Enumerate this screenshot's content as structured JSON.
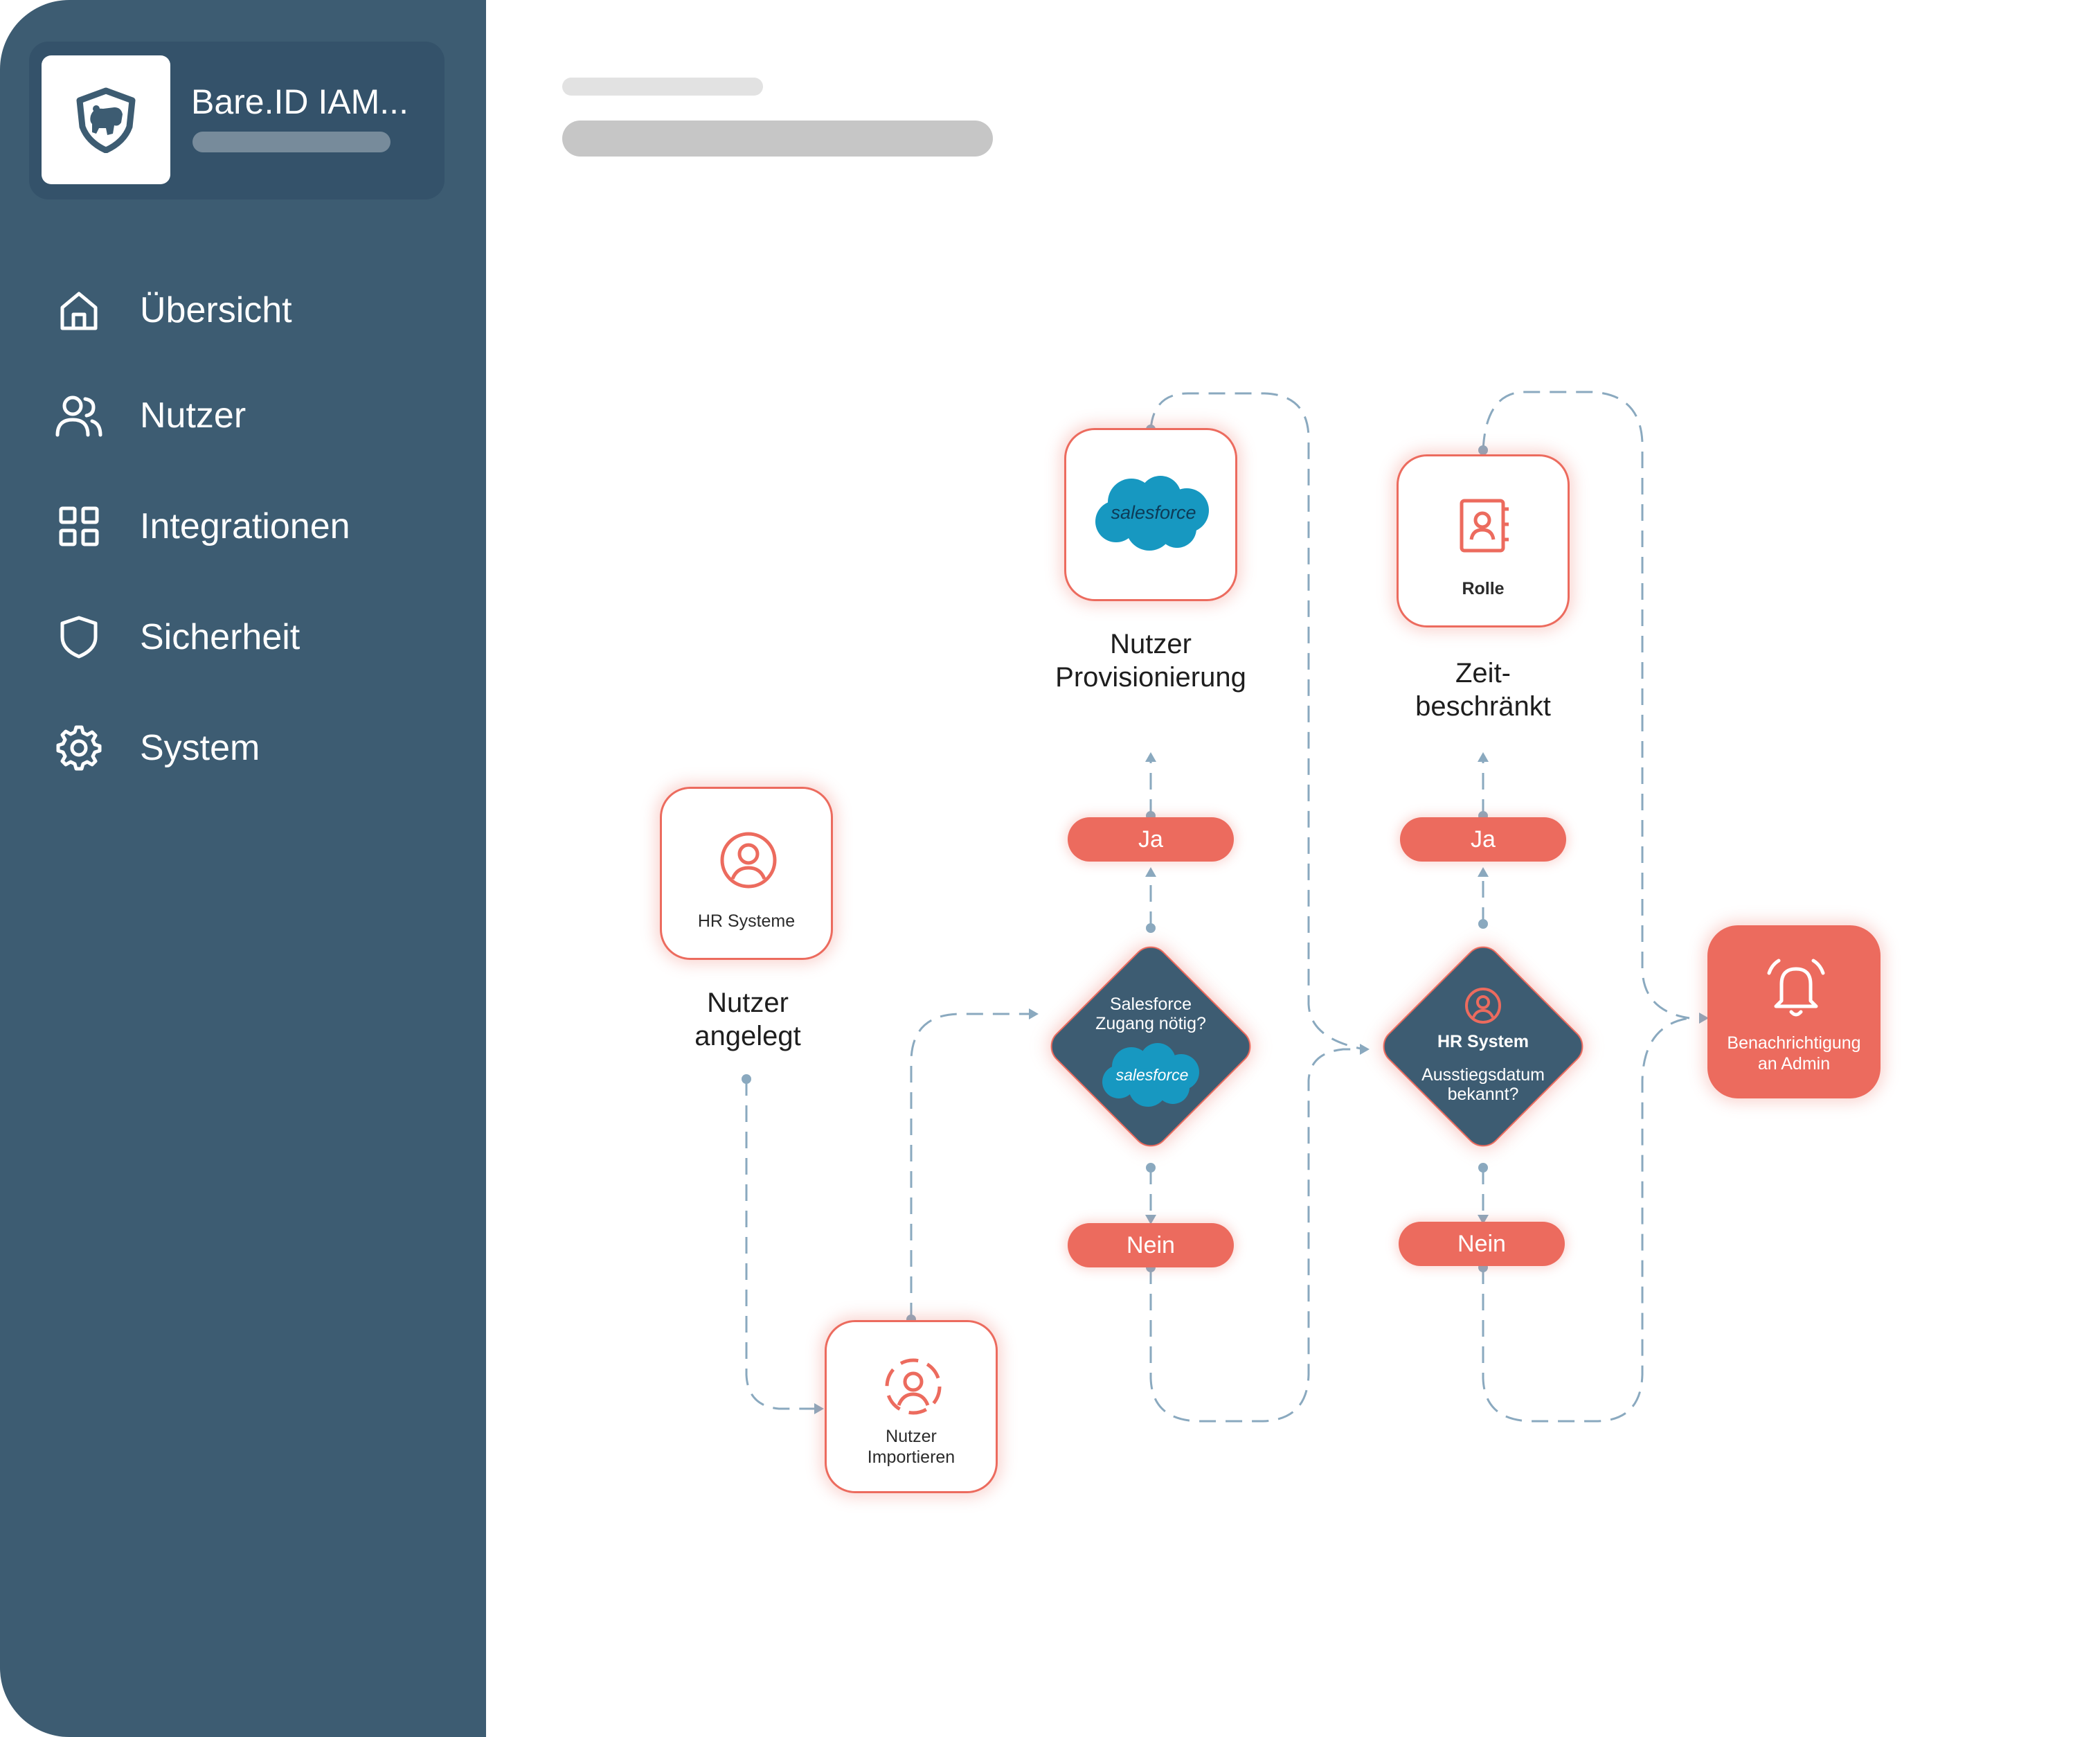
{
  "app": {
    "name": "Bare.ID IAM..."
  },
  "sidebar": {
    "items": [
      {
        "label": "Übersicht",
        "icon": "home-icon"
      },
      {
        "label": "Nutzer",
        "icon": "users-icon"
      },
      {
        "label": "Integrationen",
        "icon": "grid-icon"
      },
      {
        "label": "Sicherheit",
        "icon": "shield-icon"
      },
      {
        "label": "System",
        "icon": "gear-icon"
      }
    ]
  },
  "flow": {
    "hr_systems": {
      "label": "HR Systeme",
      "caption_1": "Nutzer",
      "caption_2": "angelegt"
    },
    "import_users": {
      "label_1": "Nutzer",
      "label_2": "Importieren"
    },
    "salesforce_question": {
      "line_1": "Salesforce",
      "line_2": "Zugang nötig?",
      "logo": "salesforce"
    },
    "salesforce_provisioning": {
      "logo": "salesforce",
      "caption_1": "Nutzer",
      "caption_2": "Provisionierung"
    },
    "hr_question": {
      "title": "HR System",
      "line_1": "Ausstiegsdatum",
      "line_2": "bekannt?"
    },
    "role": {
      "label": "Rolle",
      "caption_1": "Zeit-",
      "caption_2": "beschränkt"
    },
    "notify": {
      "line_1": "Benachrichtigung",
      "line_2": "an Admin"
    },
    "answers": {
      "yes_sf": "Ja",
      "no_sf": "Nein",
      "yes_hr": "Ja",
      "no_hr": "Nein"
    }
  },
  "colors": {
    "sidebar": "#3d5c72",
    "accent": "#ec6b5e",
    "diamond": "#3d5c72",
    "connector": "#8aa9bf",
    "salesforce_blue": "#1798c1"
  }
}
